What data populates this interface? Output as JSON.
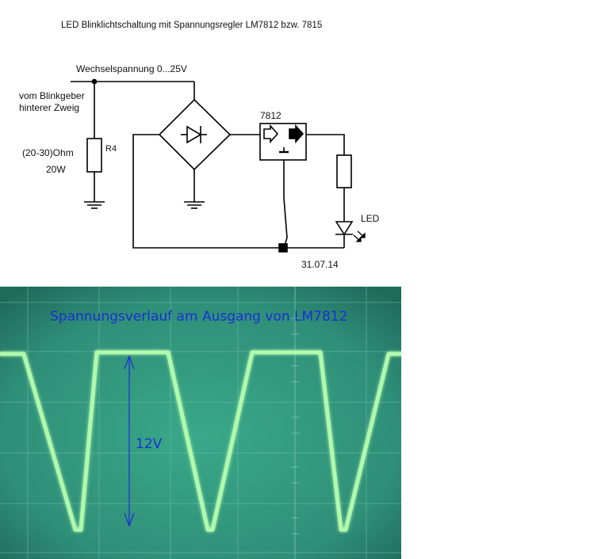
{
  "schematic": {
    "title": "LED Blinklichtschaltung mit Spannungsregler LM7812 bzw. 7815",
    "input_label": "Wechselspannung 0...25V",
    "source_label_line1": "vom Blinkgeber",
    "source_label_line2": "hinterer Zweig",
    "resistor_name": "R4",
    "resistor_value": "(20-30)Ohm",
    "resistor_power": "20W",
    "regulator_label": "7812",
    "led_label": "LED",
    "date": "31.07.14"
  },
  "oscilloscope": {
    "title": "Spannungsverlauf am Ausgang von LM7812",
    "amplitude_label": "12V",
    "trace_color": "#b8ffb0",
    "background_color": "#2f8f78",
    "annotation_color": "#1a2fd8"
  }
}
